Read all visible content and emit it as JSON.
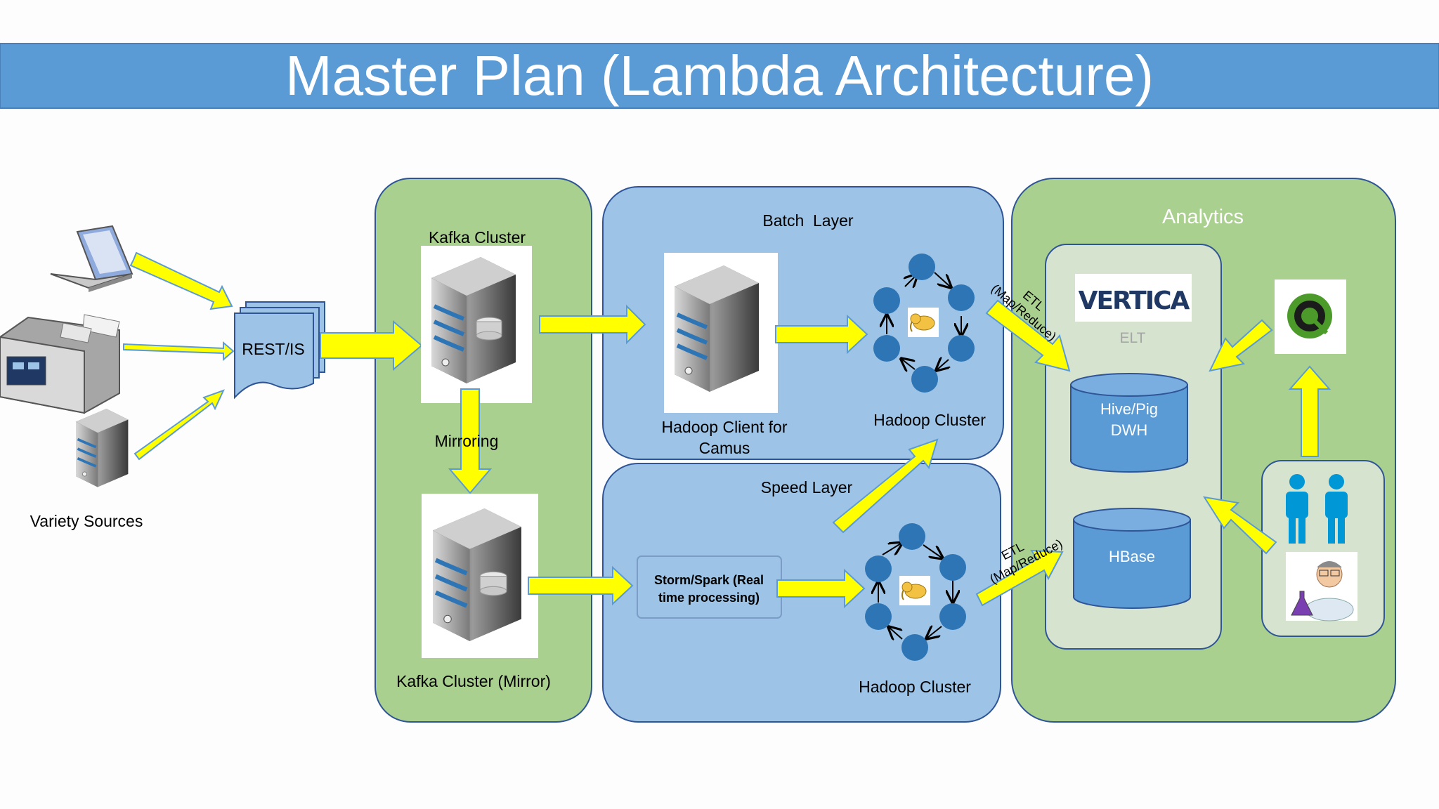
{
  "title": "Master Plan (Lambda Architecture)",
  "sources": {
    "label": "Variety Sources"
  },
  "rest": {
    "label": "REST/IS"
  },
  "kafka": {
    "top_label": "Kafka Cluster",
    "mirroring_label": "Mirroring",
    "mirror_label": "Kafka Cluster (Mirror)"
  },
  "batch": {
    "title": "Batch  Layer",
    "client_label_1": "Hadoop Client for",
    "client_label_2": "Camus",
    "cluster_label": "Hadoop Cluster",
    "etl": "ETL",
    "etl_sub": "(Map/Reduce)"
  },
  "speed": {
    "title": "Speed Layer",
    "storm_label_1": "Storm/Spark (Real",
    "storm_label_2": "time processing)",
    "cluster_label": "Hadoop Cluster",
    "etl": "ETL",
    "etl_sub": "(Map/Reduce)"
  },
  "analytics": {
    "title": "Analytics",
    "vertica_logo": "VERTICA",
    "elt": "ELT",
    "hive_1": "Hive/Pig",
    "hive_2": "DWH",
    "hbase": "HBase"
  },
  "colors": {
    "title_bar": "#5b9bd5",
    "green_panel": "#a9d08e",
    "blue_panel": "#9dc3e6",
    "arrow": "#ffff00",
    "cylinder": "#5b9bd5"
  }
}
